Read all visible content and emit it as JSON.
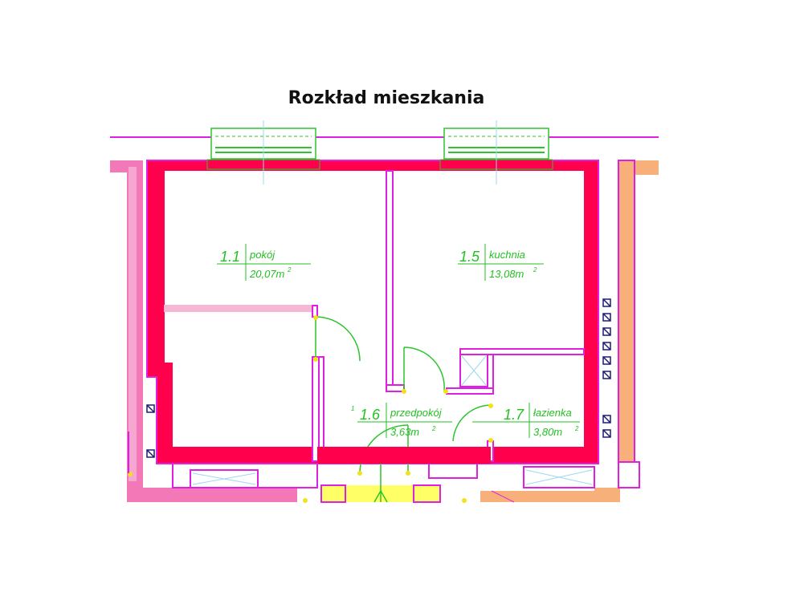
{
  "title": "Rozkład mieszkania",
  "rooms": [
    {
      "number": "1.1",
      "name": "pokój",
      "area": "20,07m",
      "sup": "2"
    },
    {
      "number": "1.5",
      "name": "kuchnia",
      "area": "13,08m",
      "sup": "2"
    },
    {
      "number": "1.6",
      "name": "przedpokój",
      "area": "3,63m",
      "sup": "2"
    },
    {
      "number": "1.7",
      "name": "łazienka",
      "area": "3,80m",
      "sup": "2"
    }
  ],
  "stray_mark": "1",
  "colors": {
    "outer_wall": "#ff004d",
    "partition": "#e020e0",
    "label": "#22c022",
    "left_neighbor": "#f278b8",
    "right_neighbor": "#f7b07a",
    "stair": "#ffff66",
    "vent_icon": "#1a1a7a",
    "window_line": "#9fd8ee"
  }
}
